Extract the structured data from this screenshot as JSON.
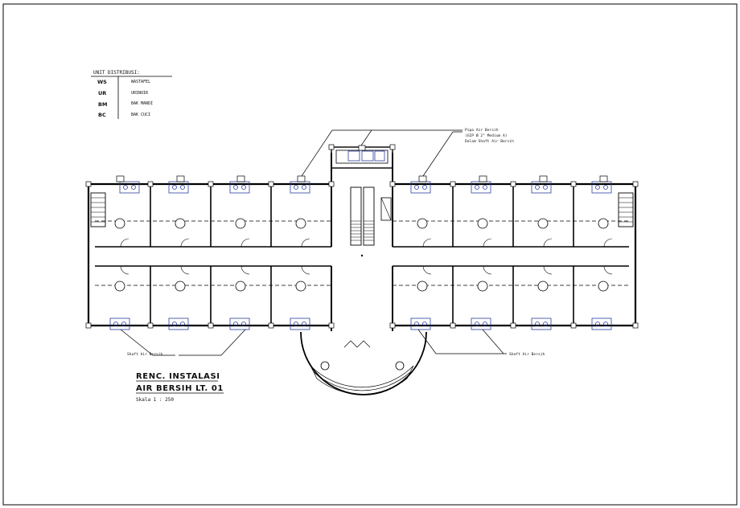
{
  "legend": {
    "title": "UNIT DISTRIBUSI:",
    "items": [
      {
        "code": "WS",
        "desc": "WASTAFEL"
      },
      {
        "code": "UR",
        "desc": "URINOIR"
      },
      {
        "code": "BM",
        "desc": "BAK MANDI"
      },
      {
        "code": "BC",
        "desc": "BAK CUCI"
      }
    ]
  },
  "callouts": {
    "pipe_line1": "Pipa Air Bersih",
    "pipe_line2": "(GIP Ø 2\" Medium A)",
    "pipe_line3": "Dalam Shaft Air Bersih",
    "shaft_left": "Shaft Air Bersih",
    "shaft_right": "Shaft Air Bersih"
  },
  "drawing": {
    "title_line1": "RENC. INSTALASI",
    "title_line2": "AIR BERSIH LT. 01",
    "scale": "Skala   1 : 250"
  },
  "colors": {
    "line": "#000000",
    "fixture": "#2b3f9e",
    "background": "#ffffff"
  }
}
